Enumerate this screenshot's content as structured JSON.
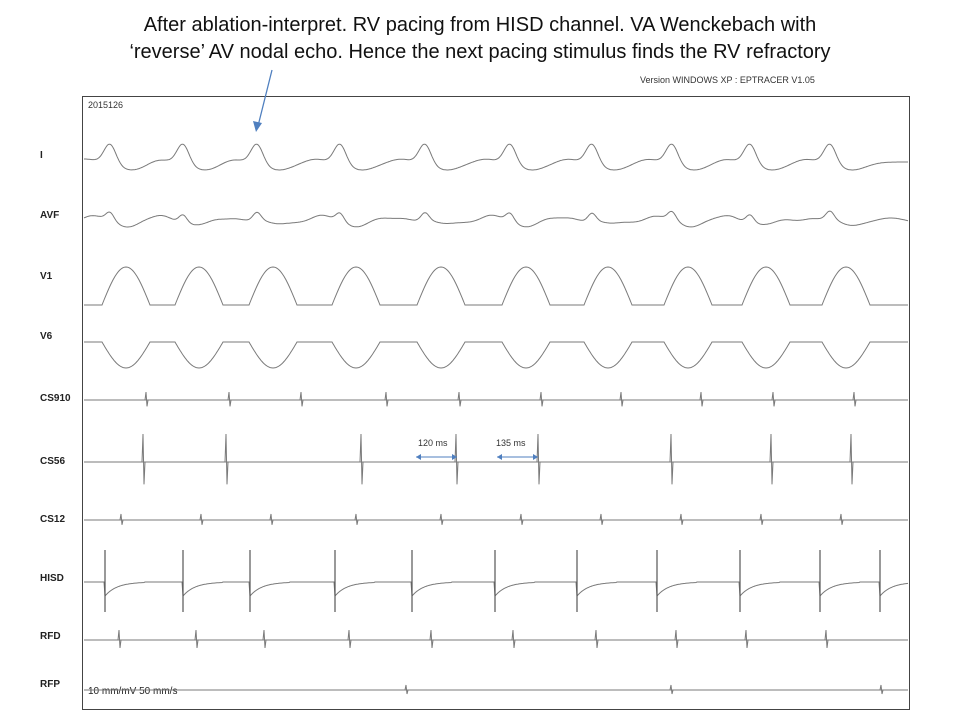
{
  "caption": {
    "line1": "After ablation-interpret. RV pacing from HISD channel. VA Wenckebach with",
    "line2": "‘reverse’ AV nodal echo. Hence the next pacing stimulus finds the RV refractory"
  },
  "header": {
    "version": "Version WINDOWS XP : EPTRACER V1.05",
    "record_id": "2015126"
  },
  "leads": [
    "I",
    "AVF",
    "V1",
    "V6",
    "CS910",
    "CS56",
    "CS12",
    "HISD",
    "RFD",
    "RFP"
  ],
  "scale": {
    "gain_speed": "10 mm/mV   50 mm/s"
  },
  "measurements": [
    {
      "label": "120 ms"
    },
    {
      "label": "135 ms"
    }
  ],
  "colors": {
    "trace": "#7a7a7a",
    "arrow": "#4f7fbf",
    "frame": "#444444"
  }
}
